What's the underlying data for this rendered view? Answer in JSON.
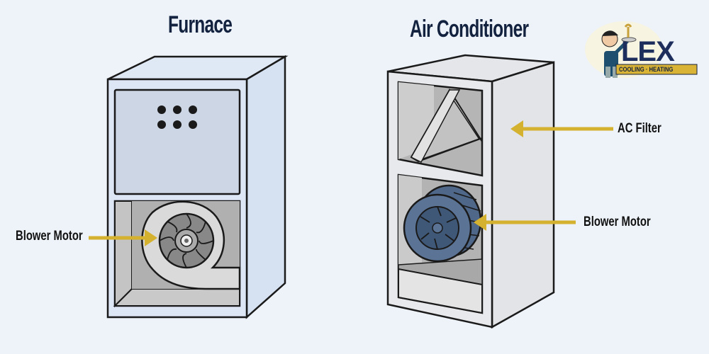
{
  "titles": {
    "furnace": "Furnace",
    "air_conditioner": "Air Conditioner"
  },
  "labels": {
    "furnace_blower_motor": "Blower Motor",
    "ac_filter": "AC Filter",
    "ac_blower_motor": "Blower Motor"
  },
  "logo": {
    "brand": "LEX",
    "tagline": "COOLING · HEATING"
  },
  "colors": {
    "background": "#eef3fa",
    "title": "#13223f",
    "arrow": "#d4b12f",
    "furnace_body": "#dce6f4",
    "ac_body": "#e6e8ec",
    "ac_blower": "#5b7496"
  }
}
